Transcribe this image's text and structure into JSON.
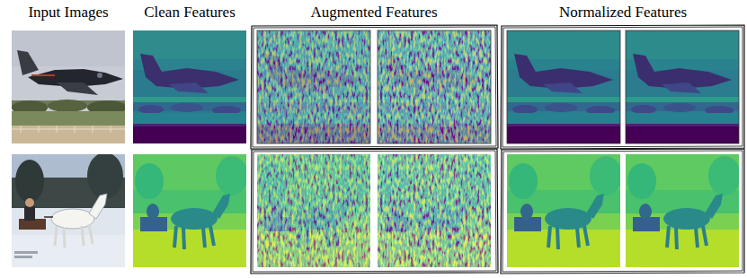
{
  "diagram": {
    "labels": [
      "Input Images",
      "Clean Features",
      "Augmented Features",
      "Normalized Features"
    ]
  }
}
